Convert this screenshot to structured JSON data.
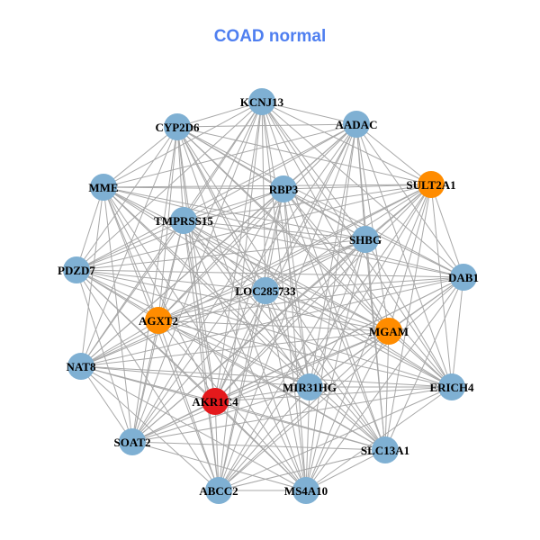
{
  "title": "COAD normal",
  "colors": {
    "default": "#7fb0d3",
    "orange": "#ff8c00",
    "red": "#e4191c",
    "edge": "#a8a8a8"
  },
  "nodes": [
    {
      "id": "KCNJ13",
      "color": "default"
    },
    {
      "id": "AADAC",
      "color": "default"
    },
    {
      "id": "CYP2D6",
      "color": "default"
    },
    {
      "id": "SULT2A1",
      "color": "orange"
    },
    {
      "id": "MME",
      "color": "default"
    },
    {
      "id": "RBP3",
      "color": "default"
    },
    {
      "id": "TMPRSS15",
      "color": "default"
    },
    {
      "id": "SHBG",
      "color": "default"
    },
    {
      "id": "PDZD7",
      "color": "default"
    },
    {
      "id": "DAB1",
      "color": "default"
    },
    {
      "id": "LOC285733",
      "color": "default"
    },
    {
      "id": "AGXT2",
      "color": "orange"
    },
    {
      "id": "MGAM",
      "color": "orange"
    },
    {
      "id": "NAT8",
      "color": "default"
    },
    {
      "id": "MIR31HG",
      "color": "default"
    },
    {
      "id": "ERICH4",
      "color": "default"
    },
    {
      "id": "AKR1C4",
      "color": "red"
    },
    {
      "id": "SOAT2",
      "color": "default"
    },
    {
      "id": "SLC13A1",
      "color": "default"
    },
    {
      "id": "ABCC2",
      "color": "default"
    },
    {
      "id": "MS4A10",
      "color": "default"
    }
  ],
  "excluded_edges": [
    [
      "KCNJ13",
      "RBP3"
    ],
    [
      "SHBG",
      "MGAM"
    ],
    [
      "PDZD7",
      "NAT8"
    ],
    [
      "SOAT2",
      "ABCC2"
    ],
    [
      "ERICH4",
      "SLC13A1"
    ],
    [
      "AGXT2",
      "AKR1C4"
    ],
    [
      "MME",
      "TMPRSS15"
    ],
    [
      "DAB1",
      "SHBG"
    ]
  ]
}
